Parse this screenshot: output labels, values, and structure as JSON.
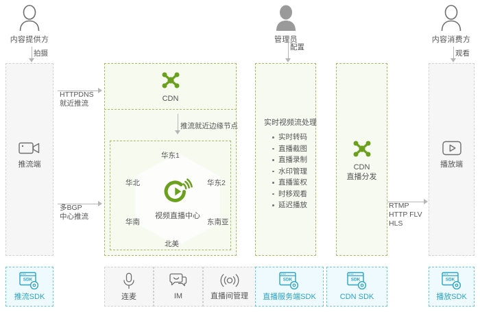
{
  "actors": [
    {
      "id": "content-provider",
      "label": "内容提供方",
      "icon": "person-outline-icon",
      "arrow_label": "拍摄"
    },
    {
      "id": "administrator",
      "label": "管理员",
      "icon": "person-filled-icon",
      "arrow_label": "配置"
    },
    {
      "id": "content-consumer",
      "label": "内容消费方",
      "icon": "person-outline-icon",
      "arrow_label": "观看"
    }
  ],
  "left_column": {
    "node_label": "推流端",
    "node_icon": "video-camera-icon",
    "sdk_label": "推流SDK",
    "sdk_icon": "sdk-window-icon"
  },
  "right_column": {
    "node_label": "播放端",
    "node_icon": "play-button-icon",
    "sdk_label": "播放SDK",
    "sdk_icon": "sdk-window-icon"
  },
  "flow_arrows": {
    "httpdns": "HTTPDNS\n就近推流",
    "httpdns_line1": "HTTPDNS",
    "httpdns_line2": "就近推流",
    "bgp_line1": "多BGP",
    "bgp_line2": "中心推流",
    "edge_node": "推流就近边缘节点",
    "playback_line1": "RTMP",
    "playback_line2": "HTTP FLV",
    "playback_line3": "HLS"
  },
  "cdn_ingest": {
    "label": "CDN",
    "icon": "cdn-network-icon"
  },
  "cdn_distribute": {
    "label_line1": "CDN",
    "label_line2": "直播分发",
    "icon": "cdn-network-icon"
  },
  "live_center": {
    "label": "视频直播中心",
    "icon": "live-broadcast-icon",
    "regions": {
      "top": "华东1",
      "right_upper": "华东2",
      "right_lower": "东南亚",
      "bottom": "北美",
      "left_lower": "华南",
      "left_upper": "华北"
    }
  },
  "processing": {
    "title": "实时视频流处理",
    "items": [
      "实时转码",
      "直播截图",
      "直播录制",
      "水印管理",
      "直播鉴权",
      "时移观看",
      "延迟播放"
    ]
  },
  "bottom_services": [
    {
      "id": "lianmai",
      "label": "连麦",
      "icon": "microphone-icon",
      "style": "gray"
    },
    {
      "id": "im",
      "label": "IM",
      "icon": "chat-bubble-icon",
      "style": "gray"
    },
    {
      "id": "room-manage",
      "label": "直播间管理",
      "icon": "broadcast-waves-icon",
      "style": "gray"
    },
    {
      "id": "server-sdk",
      "label": "直播服务端SDK",
      "icon": "sdk-window-icon",
      "style": "blue"
    },
    {
      "id": "cdn-sdk",
      "label": "CDN SDK",
      "icon": "sdk-window-icon",
      "style": "blue"
    }
  ],
  "colors": {
    "green_accent": "#6aa01e",
    "green_border": "#a9b861",
    "green_bg": "#f7faf1",
    "gray_bg": "#f6f6f7",
    "gray_border": "#d2d2d4",
    "blue_accent": "#2aa3c4",
    "blue_bg": "#effaff",
    "blue_border": "#64c8e8",
    "line": "#b6b6b6",
    "text": "#555555"
  }
}
